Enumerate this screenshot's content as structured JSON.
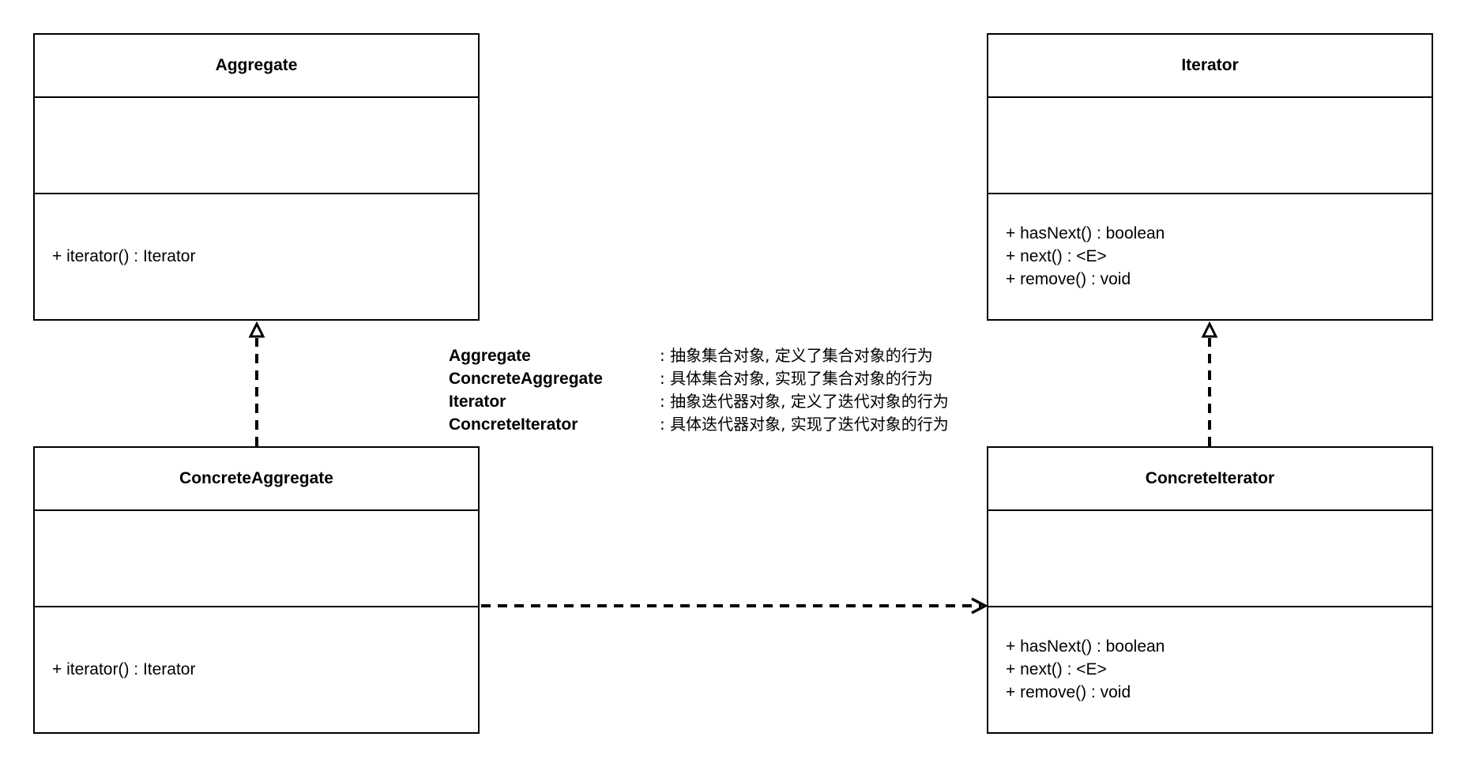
{
  "classes": {
    "aggregate": {
      "name": "Aggregate",
      "methods": [
        "+ iterator() : Iterator"
      ]
    },
    "iterator": {
      "name": "Iterator",
      "methods": [
        "+ hasNext() : boolean",
        "+ next() : <E>",
        "+ remove() : void"
      ]
    },
    "concrete_aggregate": {
      "name": "ConcreteAggregate",
      "methods": [
        "+ iterator() : Iterator"
      ]
    },
    "concrete_iterator": {
      "name": "ConcreteIterator",
      "methods": [
        "+ hasNext() : boolean",
        "+ next() : <E>",
        "+ remove() : void"
      ]
    }
  },
  "legend": [
    {
      "term": "Aggregate",
      "desc": ": 抽象集合对象, 定义了集合对象的行为"
    },
    {
      "term": "ConcreteAggregate",
      "desc": ": 具体集合对象, 实现了集合对象的行为"
    },
    {
      "term": "Iterator",
      "desc": ": 抽象迭代器对象, 定义了迭代对象的行为"
    },
    {
      "term": "ConcreteIterator",
      "desc": ": 具体迭代器对象, 实现了迭代对象的行为"
    }
  ],
  "relations": [
    {
      "from": "ConcreteAggregate",
      "to": "Aggregate",
      "kind": "realization"
    },
    {
      "from": "ConcreteIterator",
      "to": "Iterator",
      "kind": "realization"
    },
    {
      "from": "ConcreteAggregate",
      "to": "ConcreteIterator",
      "kind": "dependency"
    }
  ],
  "colors": {
    "line": "#000000",
    "background": "#ffffff"
  }
}
